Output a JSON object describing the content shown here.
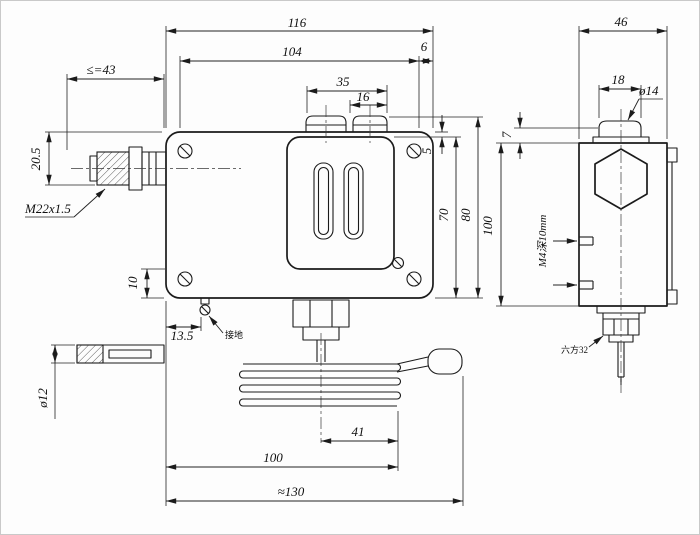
{
  "fv": {
    "d116": "116",
    "d104": "104",
    "d6": "6",
    "d35": "35",
    "d16": "16",
    "d43": "≤=43",
    "d20_5": "20.5",
    "thread": "M22x1.5",
    "d10": "10",
    "d13_5": "13.5",
    "ground": "接地",
    "d12": "ø12",
    "d41": "41",
    "d100": "100",
    "d130": "≈130",
    "d5": "5",
    "d70": "70",
    "d80": "80"
  },
  "sv": {
    "d46": "46",
    "d18": "18",
    "d14": "ø14",
    "d7": "7",
    "d100": "100",
    "thread": "M4深10mm",
    "nut": "六方32"
  }
}
